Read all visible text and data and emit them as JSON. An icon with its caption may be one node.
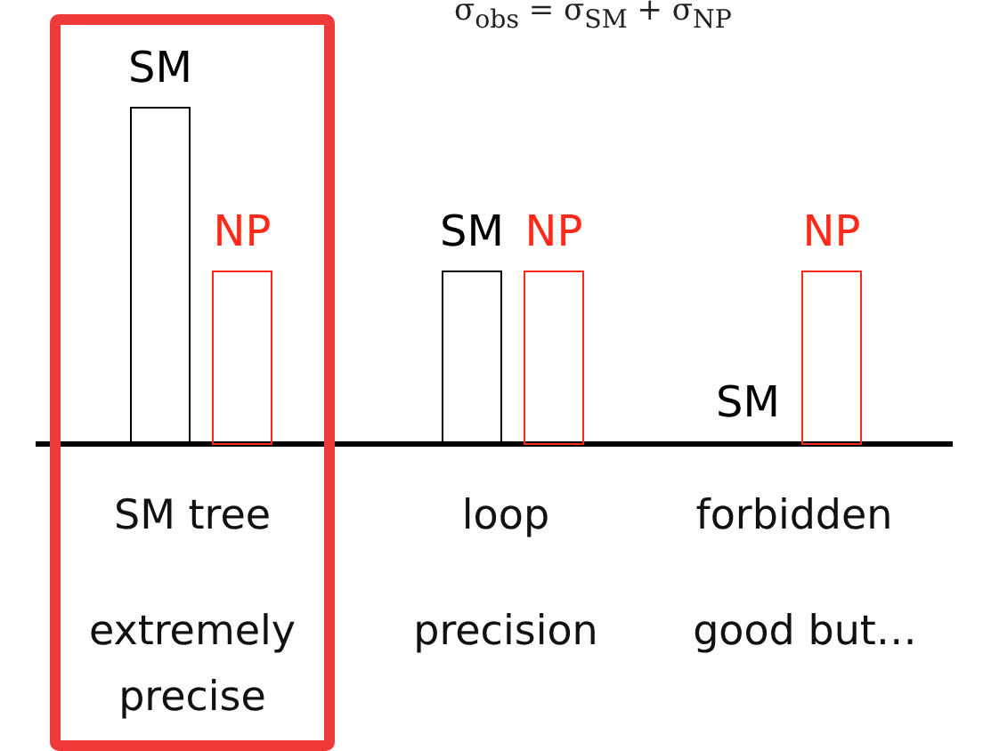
{
  "diagram": {
    "nodes": [
      {
        "text": [
          "SM tree",
          "extremely precise"
        ]
      },
      {
        "text": [
          "SM"
        ],
        "in": 0
      },
      {
        "text": [
          "NP"
        ],
        "in": 0
      },
      {
        "text": [
          "SM"
        ]
      },
      {
        "text": [
          "NP"
        ]
      },
      {
        "text": [
          "SM"
        ]
      },
      {
        "text": [
          "NP"
        ]
      }
    ],
    "edges": [],
    "labels": [
      "σ$_{obs}$ = σ$_{SM}$ + σ$_{NP}$",
      "loop",
      "forbidden",
      "precision",
      "good but…"
    ]
  }
}
